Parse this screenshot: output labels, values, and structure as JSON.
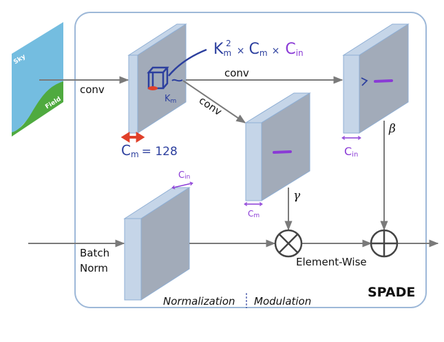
{
  "diagram": {
    "title": "SPADE",
    "input_map": {
      "labels": [
        "Sky",
        "Field"
      ],
      "colors": {
        "sky": "#74bde0",
        "field": "#4faa3f"
      }
    },
    "edges": {
      "conv_input": "conv",
      "conv_beta": "conv",
      "conv_gamma": "conv",
      "batch_norm": [
        "Batch",
        "Norm"
      ],
      "element_wise": "Element-Wise"
    },
    "symbols": {
      "gamma": "γ",
      "beta": "β",
      "multiply": "⊗",
      "add": "⊕"
    },
    "annotations": {
      "kernel_formula": {
        "k": "K",
        "k_sub": "m",
        "k_sup": "2",
        "times1": "×",
        "cm": "C",
        "cm_sub": "m",
        "times2": "×",
        "cin": "C",
        "cin_sub": "in"
      },
      "kernel_size": {
        "text": "K",
        "sub": "m"
      },
      "cm_value": {
        "text": "C",
        "sub": "m",
        "value": "= 128"
      },
      "gamma_channels": {
        "text": "C",
        "sub": "m"
      },
      "beta_channels": {
        "text": "C",
        "sub": "in"
      },
      "bn_channels": {
        "text": "C",
        "sub": "in"
      }
    },
    "sections": {
      "left": "Normalization",
      "right": "Modulation"
    },
    "colors": {
      "frame": "#9db8d8",
      "block_face": "#a2abb9",
      "block_side": "#c5d5e8",
      "block_edge": "#8eaed4",
      "arrow": "#7a7a7a",
      "handwriting_blue": "#2c3f9e",
      "handwriting_purple": "#8a3ad6",
      "highlight_red": "#e0402a"
    }
  }
}
